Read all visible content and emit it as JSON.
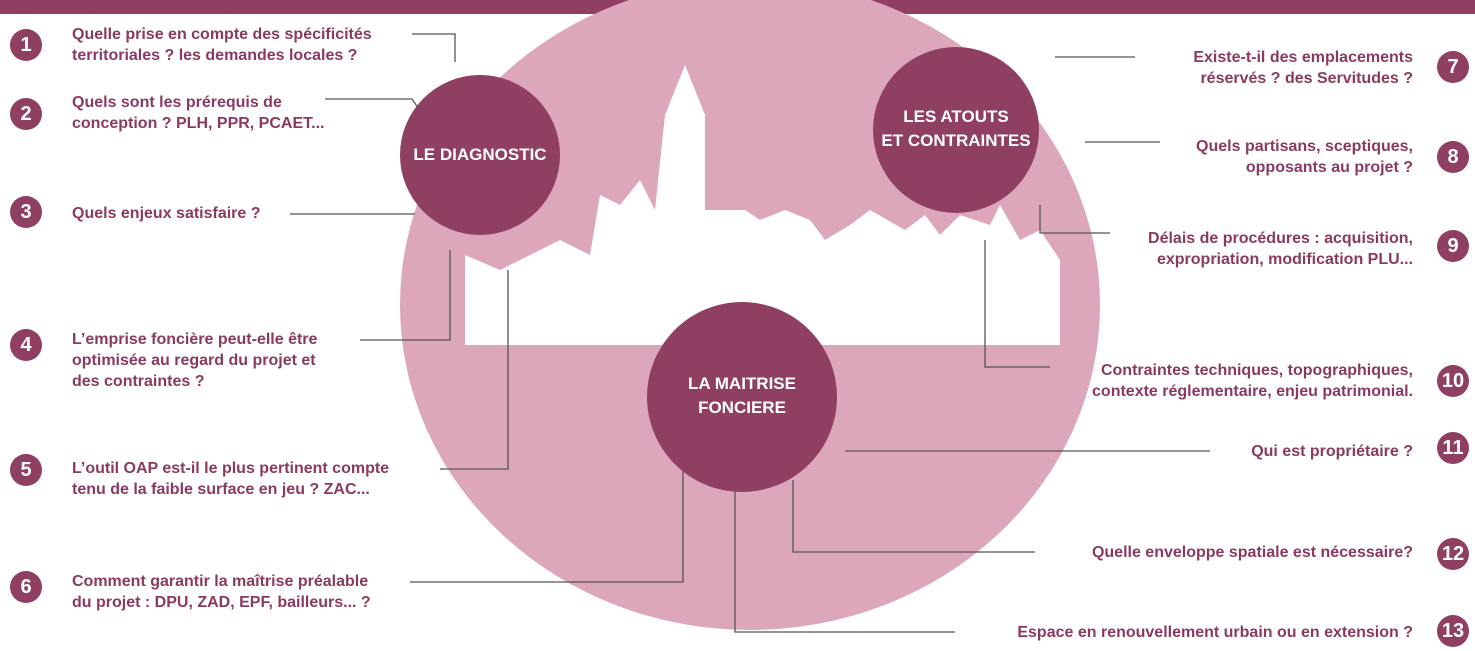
{
  "colors": {
    "primary": "#8f3f61",
    "ellipse": "#dca6bb",
    "text": "#8a3a5e",
    "lines": "#555555"
  },
  "circles": [
    {
      "id": "diagnostic",
      "lines": [
        "LE DIAGNOSTIC"
      ]
    },
    {
      "id": "atouts",
      "lines": [
        "LES ATOUTS",
        "ET CONTRAINTES"
      ]
    },
    {
      "id": "maitrise",
      "lines": [
        "LA MAITRISE",
        "FONCIERE"
      ]
    }
  ],
  "questions": [
    {
      "num": "1",
      "lines": [
        "Quelle prise en compte des spécificités",
        "territoriales ? les demandes locales ?"
      ]
    },
    {
      "num": "2",
      "lines": [
        "Quels sont les prérequis de",
        "conception ?  PLH, PPR, PCAET..."
      ]
    },
    {
      "num": "3",
      "lines": [
        "Quels enjeux satisfaire ?"
      ]
    },
    {
      "num": "4",
      "lines": [
        "L’emprise foncière peut-elle être",
        "optimisée au regard du projet et",
        "des contraintes ?"
      ]
    },
    {
      "num": "5",
      "lines": [
        "L’outil OAP est-il le plus pertinent compte",
        "tenu  de  la faible surface en jeu ? ZAC..."
      ]
    },
    {
      "num": "6",
      "lines": [
        "Comment garantir la maîtrise préalable",
        "du projet : DPU, ZAD, EPF, bailleurs... ?"
      ]
    },
    {
      "num": "7",
      "lines": [
        "Existe-t-il des emplacements",
        "réservés ?  des Servitudes ?"
      ]
    },
    {
      "num": "8",
      "lines": [
        "Quels partisans, sceptiques,",
        "opposants au projet ?"
      ]
    },
    {
      "num": "9",
      "lines": [
        "Délais de procédures : acquisition,",
        "expropriation, modification PLU..."
      ]
    },
    {
      "num": "10",
      "lines": [
        "Contraintes techniques, topographiques,",
        "contexte réglementaire, enjeu patrimonial."
      ]
    },
    {
      "num": "11",
      "lines": [
        "Qui est propriétaire ?"
      ]
    },
    {
      "num": "12",
      "lines": [
        "Quelle enveloppe spatiale est nécessaire?"
      ]
    },
    {
      "num": "13",
      "lines": [
        "Espace en renouvellement urbain  ou en extension ?"
      ]
    }
  ]
}
